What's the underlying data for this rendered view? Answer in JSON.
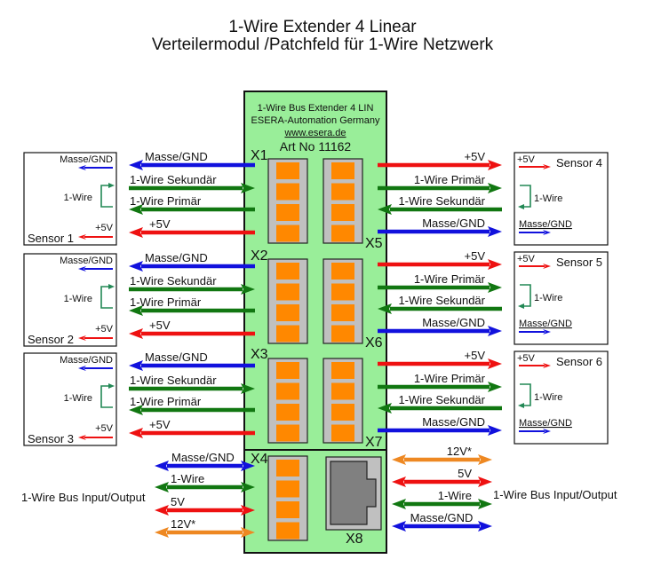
{
  "title": {
    "line1": "1-Wire Extender 4 Linear",
    "line2": "Verteilermodul /Patchfeld für 1-Wire Netzwerk"
  },
  "colors": {
    "board": "#99ee99",
    "terminal_frame": "#c0c0c0",
    "terminal_pin": "#ff8800",
    "rj45_body": "#808080",
    "red": "#ee1111",
    "green": "#117711",
    "blue": "#1111dd",
    "orange": "#ee8822",
    "sensor_green": "#228855"
  },
  "board": {
    "name": "1-Wire Bus Extender 4 LIN",
    "vendor": "ESERA-Automation Germany",
    "url": "www.esera.de",
    "article": "Art No 11162"
  },
  "connectors": [
    "X1",
    "X2",
    "X3",
    "X4",
    "X5",
    "X6",
    "X7",
    "X8"
  ],
  "left_sensors": [
    {
      "name": "Sensor 1",
      "connector": "X1",
      "box": {
        "gnd": "Masse/GND",
        "wire": "1-Wire",
        "vcc": "+5V"
      },
      "lines": [
        {
          "label": "Masse/GND",
          "color": "blue",
          "dir": "left"
        },
        {
          "label": "1-Wire Sekundär",
          "color": "green",
          "dir": "right"
        },
        {
          "label": "1-Wire Primär",
          "color": "green",
          "dir": "left"
        },
        {
          "label": "+5V",
          "color": "red",
          "dir": "left"
        }
      ]
    },
    {
      "name": "Sensor 2",
      "connector": "X2",
      "box": {
        "gnd": "Masse/GND",
        "wire": "1-Wire",
        "vcc": "+5V"
      },
      "lines": [
        {
          "label": "Masse/GND",
          "color": "blue",
          "dir": "left"
        },
        {
          "label": "1-Wire Sekundär",
          "color": "green",
          "dir": "right"
        },
        {
          "label": "1-Wire Primär",
          "color": "green",
          "dir": "left"
        },
        {
          "label": "+5V",
          "color": "red",
          "dir": "left"
        }
      ]
    },
    {
      "name": "Sensor 3",
      "connector": "X3",
      "box": {
        "gnd": "Masse/GND",
        "wire": "1-Wire",
        "vcc": "+5V"
      },
      "lines": [
        {
          "label": "Masse/GND",
          "color": "blue",
          "dir": "left"
        },
        {
          "label": "1-Wire Sekundär",
          "color": "green",
          "dir": "right"
        },
        {
          "label": "1-Wire Primär",
          "color": "green",
          "dir": "left"
        },
        {
          "label": "+5V",
          "color": "red",
          "dir": "left"
        }
      ]
    }
  ],
  "right_sensors": [
    {
      "name": "Sensor 4",
      "connector": "X5",
      "box": {
        "vcc": "+5V",
        "wire": "1-Wire",
        "gnd": "Masse/GND"
      },
      "lines": [
        {
          "label": "+5V",
          "color": "red",
          "dir": "right"
        },
        {
          "label": "1-Wire Primär",
          "color": "green",
          "dir": "right"
        },
        {
          "label": "1-Wire Sekundär",
          "color": "green",
          "dir": "left"
        },
        {
          "label": "Masse/GND",
          "color": "blue",
          "dir": "right"
        }
      ]
    },
    {
      "name": "Sensor 5",
      "connector": "X6",
      "box": {
        "vcc": "+5V",
        "wire": "1-Wire",
        "gnd": "Masse/GND"
      },
      "lines": [
        {
          "label": "+5V",
          "color": "red",
          "dir": "right"
        },
        {
          "label": "1-Wire Primär",
          "color": "green",
          "dir": "right"
        },
        {
          "label": "1-Wire Sekundär",
          "color": "green",
          "dir": "left"
        },
        {
          "label": "Masse/GND",
          "color": "blue",
          "dir": "right"
        }
      ]
    },
    {
      "name": "Sensor 6",
      "connector": "X7",
      "box": {
        "vcc": "+5V",
        "wire": "1-Wire",
        "gnd": "Masse/GND"
      },
      "lines": [
        {
          "label": "+5V",
          "color": "red",
          "dir": "right"
        },
        {
          "label": "1-Wire Primär",
          "color": "green",
          "dir": "right"
        },
        {
          "label": "1-Wire Sekundär",
          "color": "green",
          "dir": "left"
        },
        {
          "label": "Masse/GND",
          "color": "blue",
          "dir": "right"
        }
      ]
    }
  ],
  "bus_left": {
    "label": "1-Wire Bus Input/Output",
    "connector": "X4",
    "lines": [
      {
        "label": "Masse/GND",
        "color": "blue"
      },
      {
        "label": "1-Wire",
        "color": "green"
      },
      {
        "label": "5V",
        "color": "red"
      },
      {
        "label": "12V*",
        "color": "orange"
      }
    ]
  },
  "bus_right": {
    "label": "1-Wire Bus Input/Output",
    "connector": "X8",
    "lines": [
      {
        "label": "12V*",
        "color": "orange"
      },
      {
        "label": "5V",
        "color": "red"
      },
      {
        "label": "1-Wire",
        "color": "green"
      },
      {
        "label": "Masse/GND",
        "color": "blue"
      }
    ]
  }
}
